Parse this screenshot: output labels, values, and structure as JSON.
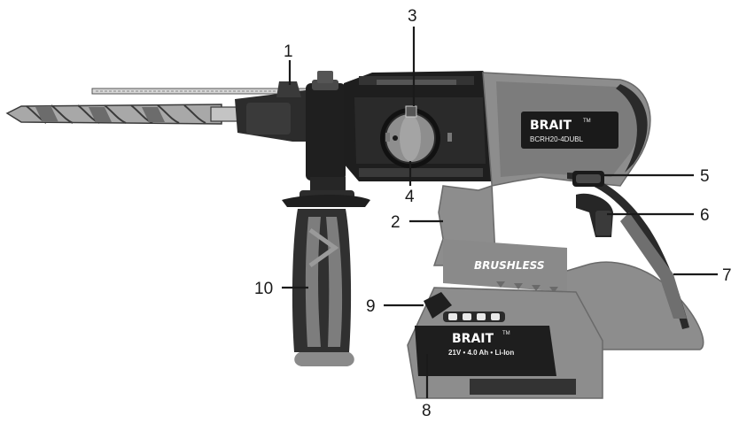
{
  "brand": "BRAIT",
  "trademark": "TM",
  "model": "BCRH20-4DUBL",
  "housing_label": "BRUSHLESS",
  "battery_spec": "21V • 4.0 Ah • Li-Ion",
  "colors": {
    "housing": "#8d8d8d",
    "housing_dark": "#6f6f6f",
    "rubber": "#2b2b2b",
    "metal": "#b9b9b9",
    "line": "#1a1a1a"
  },
  "callouts": [
    {
      "number": "1",
      "part": ""
    },
    {
      "number": "2",
      "part": ""
    },
    {
      "number": "3",
      "part": ""
    },
    {
      "number": "4",
      "part": ""
    },
    {
      "number": "5",
      "part": ""
    },
    {
      "number": "6",
      "part": ""
    },
    {
      "number": "7",
      "part": ""
    },
    {
      "number": "8",
      "part": ""
    },
    {
      "number": "9",
      "part": ""
    },
    {
      "number": "10",
      "part": ""
    }
  ]
}
